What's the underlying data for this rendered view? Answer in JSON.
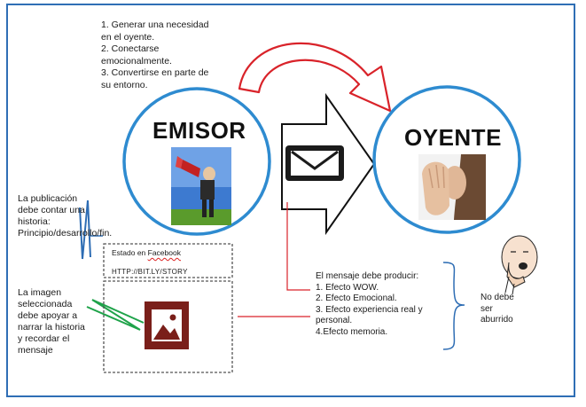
{
  "goals": [
    "1. Generar una necesidad",
    "en el oyente.",
    "2. Conectarse",
    "emocionalmente.",
    "3. Convertirse en parte de",
    "su entorno."
  ],
  "emisor_label": "EMISOR",
  "oyente_label": "OYENTE",
  "left_note_1": "La publicación debe contar una historia: Principio/desarrollo/fin.",
  "left_note_2": "La imagen seleccionada debe apoyar a narrar la historia y recordar el mensaje",
  "fb_status_prefix": "Estado en ",
  "fb_status_word": "Facebook",
  "fb_url": "HTTP://BIT.LY/STORY",
  "message_lines": [
    "El mensaje debe producir:",
    "1. Efecto WOW.",
    "2. Efecto Emocional.",
    "3. Efecto experiencia real y",
    "personal.",
    "4.Efecto memoria."
  ],
  "side_note": "No debe ser aburrido",
  "icons": {
    "envelope": "envelope-icon",
    "megaphone": "megaphone-photo",
    "ear": "listening-ear-photo",
    "image": "image-placeholder-icon",
    "bored": "bored-face-icon"
  },
  "colors": {
    "frame": "#2f6eb5",
    "circle": "#2e8bd0",
    "curved_arrow": "#d9232a",
    "connector": "#d9232a",
    "left_note_1_bracket": "#2e6db4",
    "left_note_2_bracket": "#1fa34a",
    "brace": "#2e6db4",
    "image_icon": "#7a1f1a"
  }
}
